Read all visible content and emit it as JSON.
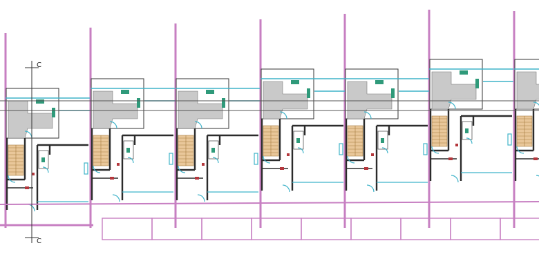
{
  "drawing": {
    "section_marker_top": "C",
    "section_marker_bottom": "C",
    "unit_count": 7,
    "parking_bay_count": 9
  },
  "colors": {
    "party_wall": "#c77fc2",
    "glass_line": "#3fb3c9",
    "wall": "#2b2b2b",
    "kitchen_fill": "#c9c9c9",
    "stair_fill": "#e9c79a",
    "appliance": "#2f9a7a",
    "door_red": "#b4373c",
    "parking_outline": "#c77fc2"
  }
}
